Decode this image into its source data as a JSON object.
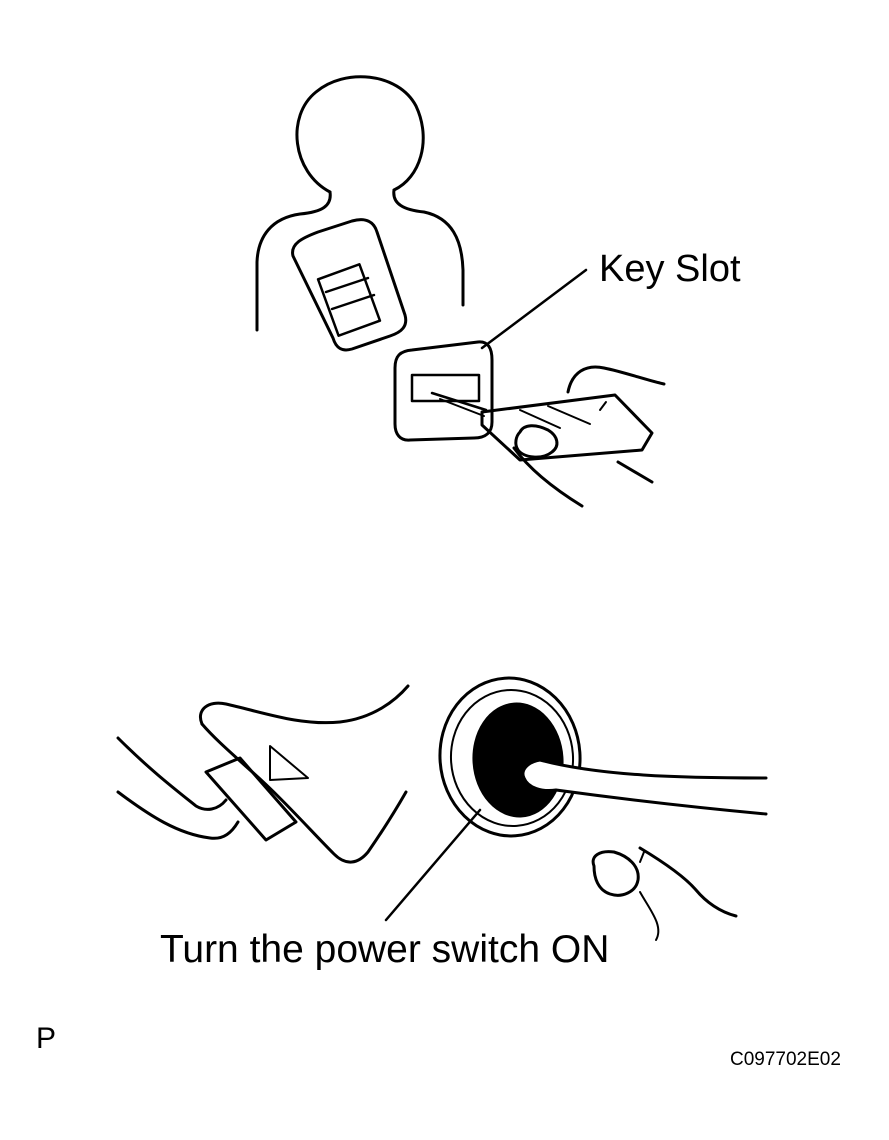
{
  "diagram": {
    "labels": {
      "key_slot": "Key Slot",
      "power_switch": "Turn the power switch ON",
      "corner_letter": "P",
      "figure_code": "C097702E02"
    }
  }
}
